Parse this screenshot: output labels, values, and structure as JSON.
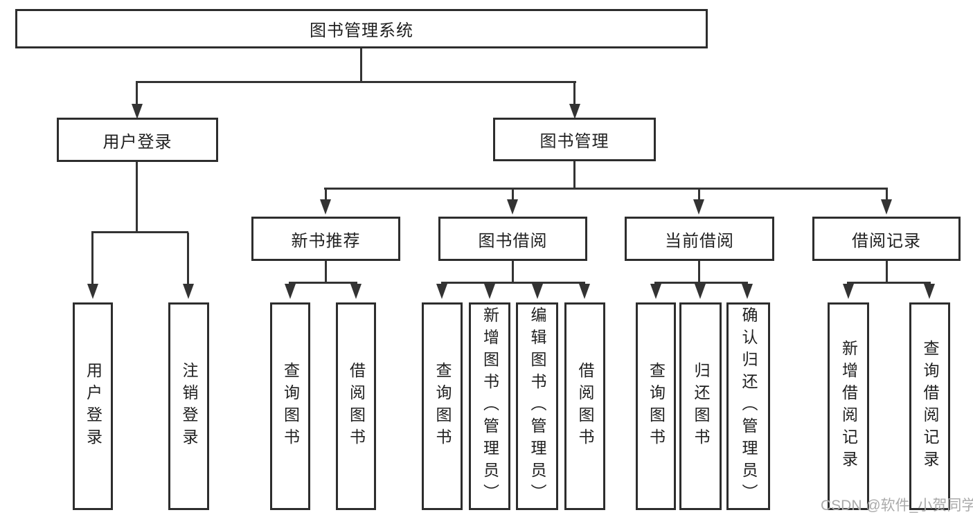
{
  "diagram": {
    "root": {
      "label": "图书管理系统"
    },
    "branches": {
      "user_login": {
        "label": "用户登录",
        "children": {
          "login": {
            "label": "用户登录"
          },
          "logout": {
            "label": "注销登录"
          }
        }
      },
      "book_mgmt": {
        "label": "图书管理",
        "children": {
          "new_book_rec": {
            "label": "新书推荐",
            "children": {
              "query_books": {
                "label": "查询图书"
              },
              "borrow_books": {
                "label": "借阅图书"
              }
            }
          },
          "book_borrow": {
            "label": "图书借阅",
            "children": {
              "query_books": {
                "label": "查询图书"
              },
              "add_books": {
                "label": "新增图书（管理员）"
              },
              "edit_books": {
                "label": "编辑图书（管理员）"
              },
              "borrow_books": {
                "label": "借阅图书"
              }
            }
          },
          "current_borrow": {
            "label": "当前借阅",
            "children": {
              "query_books": {
                "label": "查询图书"
              },
              "return_books": {
                "label": "归还图书"
              },
              "confirm_return": {
                "label": "确认归还（管理员）"
              }
            }
          },
          "borrow_record": {
            "label": "借阅记录",
            "children": {
              "add_record": {
                "label": "新增借阅记录"
              },
              "query_record": {
                "label": "查询借阅记录"
              }
            }
          }
        }
      }
    },
    "watermark": "CSDN @软件_小贺同学"
  },
  "colors": {
    "line": "#333333",
    "box_border": "#2d2d2d",
    "text": "#1f1f1f",
    "watermark": "#aaaaaa",
    "background": "#ffffff"
  }
}
